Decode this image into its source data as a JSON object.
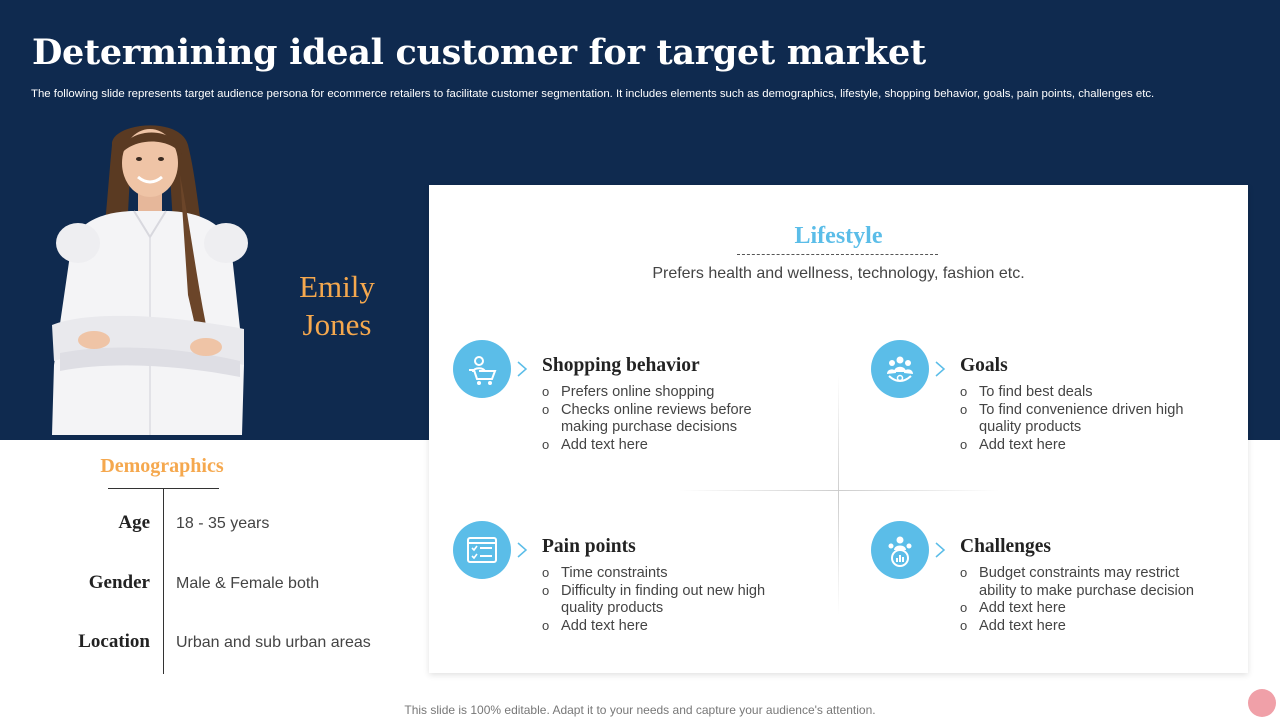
{
  "header": {
    "title": "Determining ideal customer for target market",
    "subtitle": "The following slide represents target audience persona for ecommerce retailers to facilitate customer segmentation. It includes elements such as demographics, lifestyle, shopping behavior, goals, pain points, challenges etc."
  },
  "persona": {
    "name_line1": "Emily",
    "name_line2": "Jones"
  },
  "demographics": {
    "title": "Demographics",
    "rows": [
      {
        "label": "Age",
        "value": "18 - 35 years"
      },
      {
        "label": "Gender",
        "value": "Male & Female both"
      },
      {
        "label": "Location",
        "value": "Urban and sub urban areas"
      }
    ]
  },
  "lifestyle": {
    "title": "Lifestyle",
    "text": "Prefers health and wellness, technology, fashion etc."
  },
  "sections": {
    "shopping": {
      "icon": "shopping-cart-icon",
      "title": "Shopping behavior",
      "items": [
        "Prefers online shopping",
        "Checks online reviews before making purchase decisions",
        "Add text here"
      ]
    },
    "goals": {
      "icon": "team-goals-icon",
      "title": "Goals",
      "items": [
        "To find best deals",
        "To find convenience driven high quality products",
        "Add text here"
      ]
    },
    "pain": {
      "icon": "checklist-window-icon",
      "title": "Pain points",
      "items": [
        "Time constraints",
        "Difficulty in finding out new high quality products",
        "Add text here"
      ]
    },
    "challenges": {
      "icon": "user-chart-icon",
      "title": "Challenges",
      "items": [
        "Budget constraints may restrict ability to make purchase decision",
        "Add text here",
        "Add text here"
      ]
    }
  },
  "footer": {
    "text": "This slide is 100% editable. Adapt it to your needs and capture your audience's attention."
  },
  "colors": {
    "hero_bg": "#0f2a4f",
    "accent_orange": "#f5a84e",
    "accent_blue": "#5bbde8"
  }
}
